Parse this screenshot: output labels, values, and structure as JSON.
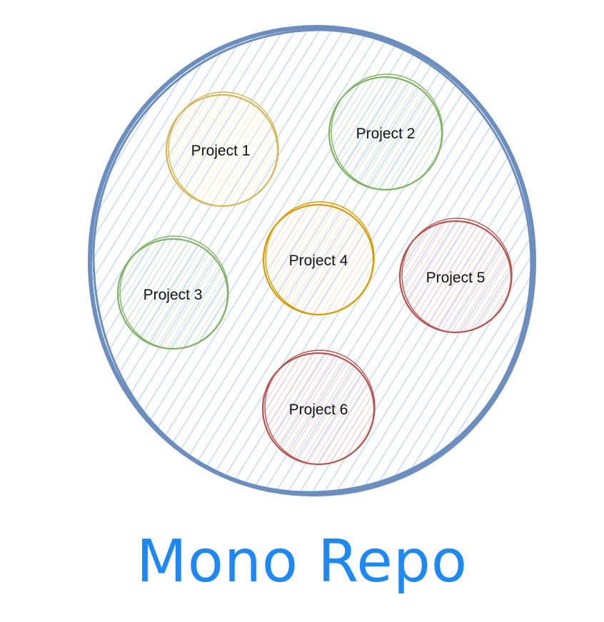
{
  "caption": {
    "text": "Mono Repo",
    "color": "#1e88f5"
  },
  "container": {
    "stroke_color": "#6c8ebf",
    "hatch_color": "#c9dcf3"
  },
  "projects": [
    {
      "label": "Project 1",
      "stroke_color": "#d6b656",
      "hatch_color": "#fff2cc"
    },
    {
      "label": "Project 2",
      "stroke_color": "#82b366",
      "hatch_color": "#d5e8d4"
    },
    {
      "label": "Project 3",
      "stroke_color": "#82b366",
      "hatch_color": "#d5e8d4"
    },
    {
      "label": "Project 4",
      "stroke_color": "#d79b00",
      "hatch_color": "#ffe6cc"
    },
    {
      "label": "Project 5",
      "stroke_color": "#b85450",
      "hatch_color": "#f8cecc"
    },
    {
      "label": "Project 6",
      "stroke_color": "#b85450",
      "hatch_color": "#f8cecc"
    }
  ]
}
